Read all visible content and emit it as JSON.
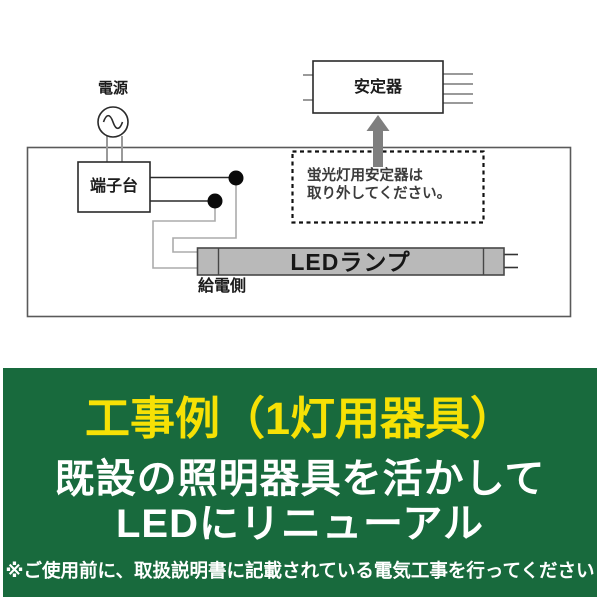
{
  "colors": {
    "banner_green": "#186a3d",
    "title_yellow": "#f6e105",
    "tube_gray": "#b9b9b9",
    "wire_gray": "#ababab",
    "arrow_gray": "#7f7f7f"
  },
  "diagram": {
    "power_label": "電源",
    "terminal_label": "端子台",
    "ballast_label": "安定器",
    "note": {
      "line1": "蛍光灯用安定器は",
      "line2": "取り外してください。"
    },
    "lamp_label": "LEDランプ",
    "feed_label": "給電側"
  },
  "banner": {
    "title": "工事例（1灯用器具）",
    "line1": "既設の照明器具を活かして",
    "line2": "LEDにリニューアル",
    "footnote": "※ご使用前に、取扱説明書に記載されている電気工事を行ってください"
  }
}
